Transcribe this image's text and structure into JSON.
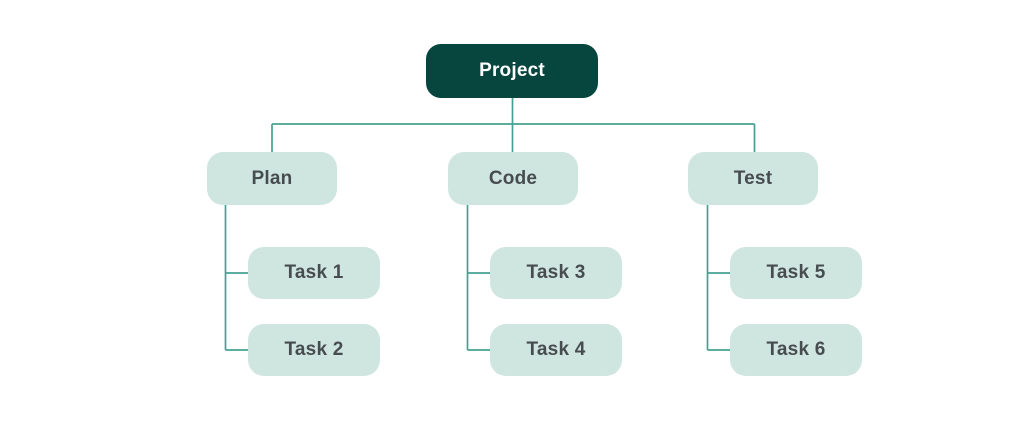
{
  "colors": {
    "root-bg": "#07463f",
    "root-text": "#ffffff",
    "node-bg": "#cfe6e0",
    "node-text": "#474d4e",
    "connector": "#45a093",
    "background": "#ffffff"
  },
  "diagram": {
    "type": "tree",
    "root": {
      "label": "Project"
    },
    "branches": [
      {
        "label": "Plan",
        "tasks": [
          {
            "label": "Task 1"
          },
          {
            "label": "Task 2"
          }
        ]
      },
      {
        "label": "Code",
        "tasks": [
          {
            "label": "Task 3"
          },
          {
            "label": "Task 4"
          }
        ]
      },
      {
        "label": "Test",
        "tasks": [
          {
            "label": "Task 5"
          },
          {
            "label": "Task 6"
          }
        ]
      }
    ]
  }
}
